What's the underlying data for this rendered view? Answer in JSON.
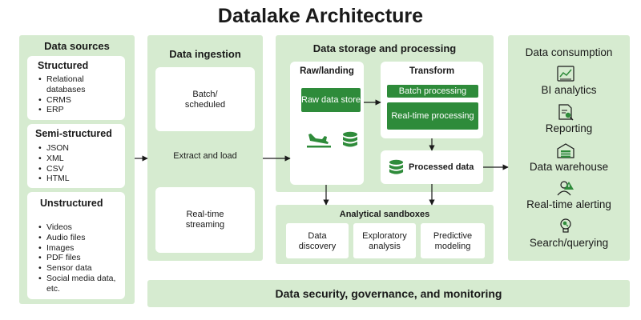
{
  "title": "Datalake Architecture",
  "sources": {
    "title": "Data sources",
    "structured": {
      "title": "Structured",
      "items": [
        "Relational databases",
        "CRMS",
        "ERP"
      ]
    },
    "semi": {
      "title": "Semi-structured",
      "items": [
        "JSON",
        "XML",
        "CSV",
        "HTML"
      ]
    },
    "unstructured": {
      "title": "Unstructured",
      "items": [
        "Videos",
        "Audio files",
        "Images",
        "PDF files",
        "Sensor data",
        "Social media data, etc."
      ]
    }
  },
  "ingestion": {
    "title": "Data ingestion",
    "batch": "Batch/ scheduled",
    "extract": "Extract and load",
    "realtime": "Real-time streaming"
  },
  "storage": {
    "title": "Data storage and processing",
    "raw_title": "Raw/landing",
    "raw_store": "Raw data store",
    "transform_title": "Transform",
    "batch_processing": "Batch processing",
    "realtime_processing": "Real-time processing",
    "processed": "Processed data"
  },
  "sandboxes": {
    "title": "Analytical sandboxes",
    "items": [
      "Data discovery",
      "Exploratory analysis",
      "Predictive modeling"
    ]
  },
  "consumption": {
    "title": "Data consumption",
    "items": [
      "BI analytics",
      "Reporting",
      "Data warehouse",
      "Real-time alerting",
      "Search/querying"
    ],
    "icons": [
      "chart-report-icon",
      "document-search-icon",
      "warehouse-icon",
      "user-alert-icon",
      "lightbulb-search-icon"
    ]
  },
  "footer": "Data security, governance, and monitoring",
  "colors": {
    "panel": "#d6ebd0",
    "accent": "#2e8b3a",
    "text": "#1a1a1a"
  }
}
